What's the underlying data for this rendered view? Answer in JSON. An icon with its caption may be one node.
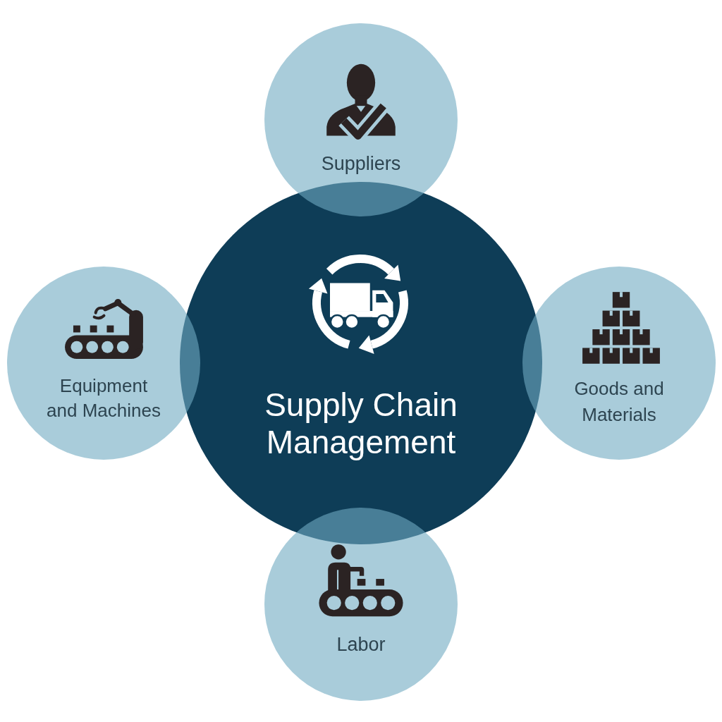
{
  "diagram": {
    "nodes": [
      {
        "text": [
          "Suppliers"
        ]
      },
      {
        "text": [
          "Supply Chain Management"
        ]
      },
      {
        "text": [
          "Equipment and Machines"
        ]
      },
      {
        "text": [
          "Goods and Materials"
        ]
      },
      {
        "text": [
          "Labor"
        ]
      }
    ]
  }
}
